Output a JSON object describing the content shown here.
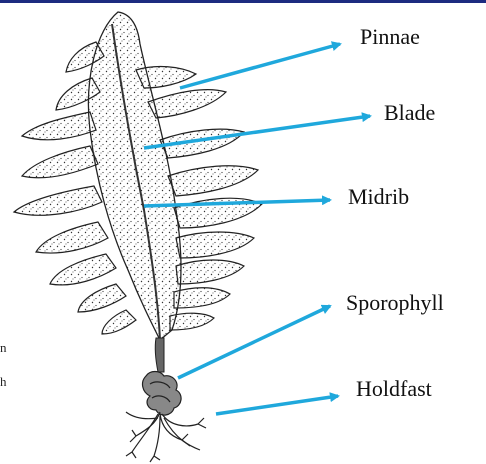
{
  "labels": {
    "pinnae": "Pinnae",
    "blade": "Blade",
    "midrib": "Midrib",
    "sporophyll": "Sporophyll",
    "holdfast": "Holdfast"
  },
  "edge_text": {
    "line1": "n",
    "line2": "h"
  },
  "colors": {
    "arrow": "#1fa8dc",
    "top_rule": "#1d2b80",
    "outline": "#222222"
  }
}
